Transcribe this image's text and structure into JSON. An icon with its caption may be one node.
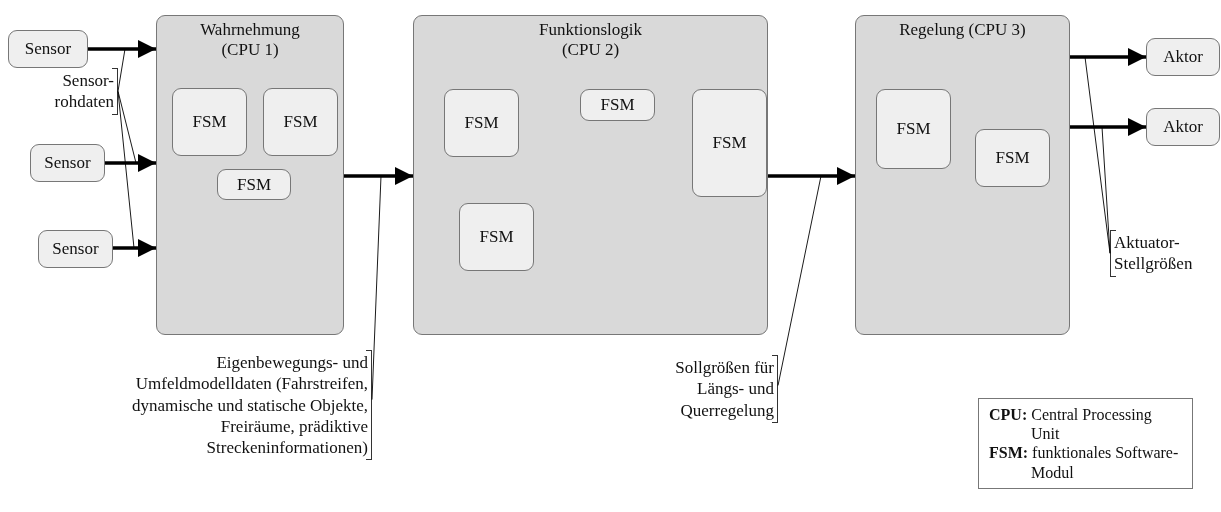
{
  "diagram": {
    "nodes": [
      {
        "text": [
          "Sensor"
        ]
      },
      {
        "text": [
          "Sensor"
        ]
      },
      {
        "text": [
          "Sensor"
        ]
      },
      {
        "text": [
          "Wahrnehmung (CPU 1)"
        ]
      },
      {
        "text": [
          "FSM"
        ],
        "in": 3
      },
      {
        "text": [
          "FSM"
        ],
        "in": 3
      },
      {
        "text": [
          "FSM"
        ],
        "in": 3
      },
      {
        "text": [
          "Funktionslogik (CPU 2)"
        ]
      },
      {
        "text": [
          "FSM"
        ],
        "in": 7
      },
      {
        "text": [
          "FSM"
        ],
        "in": 7
      },
      {
        "text": [
          "FSM"
        ],
        "in": 7
      },
      {
        "text": [
          "FSM"
        ],
        "in": 7
      },
      {
        "text": [
          "Regelung (CPU 3)"
        ]
      },
      {
        "text": [
          "FSM"
        ],
        "in": 12
      },
      {
        "text": [
          "FSM"
        ],
        "in": 12
      },
      {
        "text": [
          "Aktor"
        ]
      },
      {
        "text": [
          "Aktor"
        ]
      },
      {
        "text": [
          "Sensor- rohdaten"
        ]
      },
      {
        "text": [
          "Eigenbewegungs- und Umfeldmodelldaten (Fahrstreifen, dynamische und statische Objekte, Freiräume, prädiktive Streckeninformationen)"
        ]
      },
      {
        "text": [
          "Sollgrößen für Längs- und Querregelung"
        ]
      },
      {
        "text": [
          "Aktuator- Stellgrößen"
        ]
      },
      {
        "text": [
          "**CPU:** Central Processing Unit",
          "**FSM:** funktionales Software-Modul"
        ]
      }
    ],
    "edges": [
      {
        "from": 0,
        "to": 3,
        "arrow": "to",
        "style": "thick"
      },
      {
        "from": 1,
        "to": 3,
        "arrow": "to",
        "style": "thick"
      },
      {
        "from": 2,
        "to": 3,
        "arrow": "to",
        "style": "thick"
      },
      {
        "from": 3,
        "to": 7,
        "arrow": "to",
        "style": "thick"
      },
      {
        "from": 7,
        "to": 12,
        "arrow": "to",
        "style": "thick"
      },
      {
        "from": 12,
        "to": 15,
        "arrow": "to",
        "style": "thick"
      },
      {
        "from": 12,
        "to": 16,
        "arrow": "to",
        "style": "thick"
      },
      {
        "from": 17,
        "to": null,
        "arrow": "none"
      },
      {
        "from": 17,
        "to": null,
        "arrow": "none"
      },
      {
        "from": 17,
        "to": null,
        "arrow": "none"
      },
      {
        "from": 18,
        "to": null,
        "arrow": "none"
      },
      {
        "from": 19,
        "to": null,
        "arrow": "none"
      },
      {
        "from": 20,
        "to": null,
        "arrow": "none"
      },
      {
        "from": 20,
        "to": null,
        "arrow": "none"
      }
    ]
  }
}
